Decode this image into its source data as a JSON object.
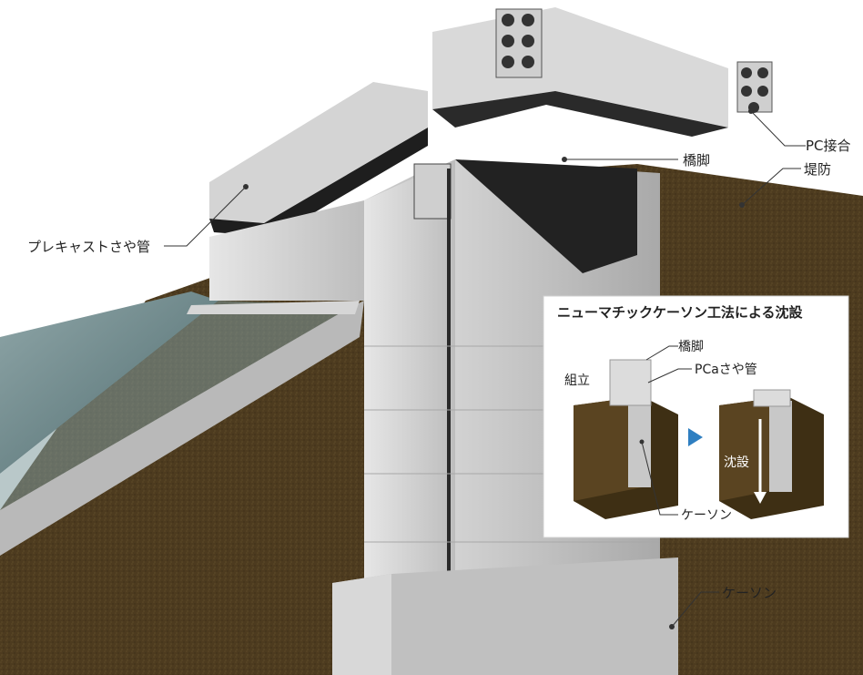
{
  "labels": {
    "pc_joint": "PC接合",
    "pier": "橋脚",
    "embankment": "堤防",
    "precast_sheath": "プレキャストさや管",
    "caisson": "ケーソン"
  },
  "inset": {
    "title": "ニューマチックケーソン工法による沈設",
    "pier": "橋脚",
    "assembly": "組立",
    "pca_sheath": "PCaさや管",
    "sinking": "沈設",
    "caisson": "ケーソン"
  },
  "colors": {
    "soil": "#4a3a1e",
    "concrete": "#c9c9c9",
    "water": "#6f8c8f",
    "arrow": "#2f7fc1"
  }
}
